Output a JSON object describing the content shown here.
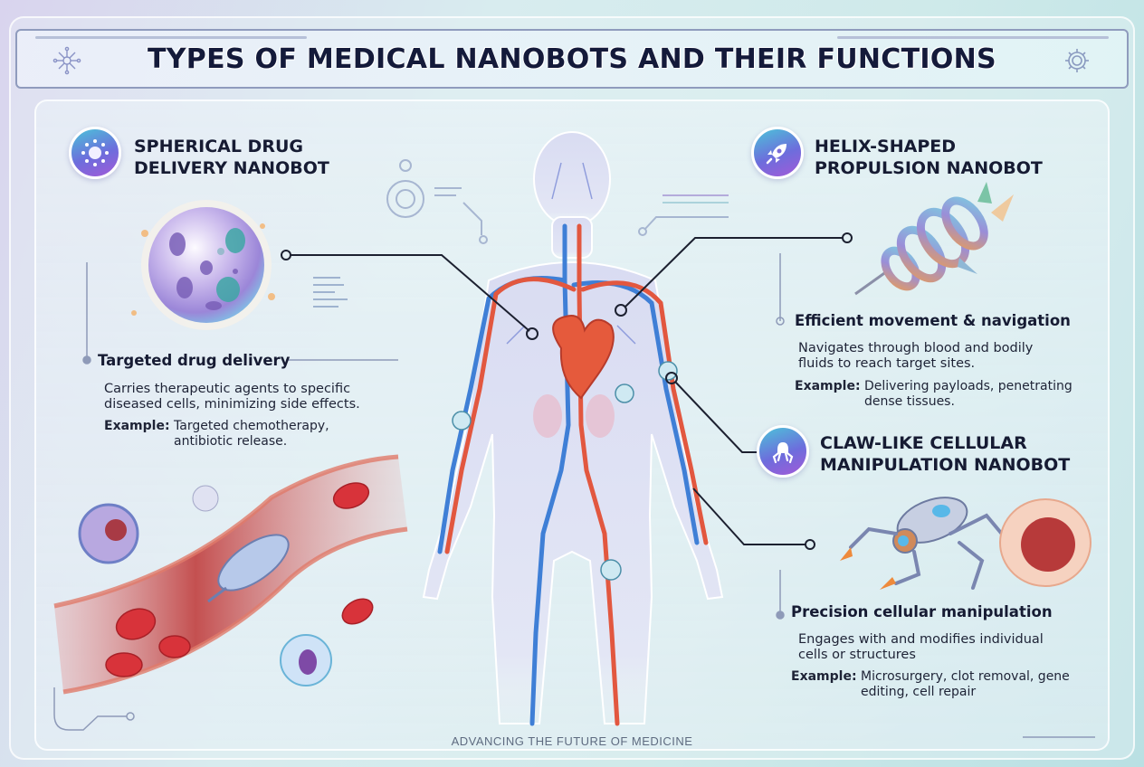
{
  "title": "TYPES OF MEDICAL NANOBOTS AND THEIR FUNCTIONS",
  "footer": "ADVANCING THE FUTURE OF MEDICINE",
  "colors": {
    "heading": "#141a3a",
    "badge_gradient": [
      "#4cc3d9",
      "#6d6ddc",
      "#a25ad8"
    ],
    "artery": "#e2573f",
    "vein": "#3f7fd6",
    "connector": "#1c2030",
    "footer_text": "#5e6b80"
  },
  "nanobots": [
    {
      "id": "spherical",
      "icon": "sphere-dots-icon",
      "heading_line1": "SPHERICAL DRUG",
      "heading_line2": "DELIVERY NANOBOT",
      "function": "Targeted drug delivery",
      "description_line1": "Carries therapeutic agents to specific",
      "description_line2": "diseased cells, minimizing side effects.",
      "example_label": "Example:",
      "example_line1": "Targeted chemotherapy,",
      "example_line2": "antibiotic release."
    },
    {
      "id": "helix",
      "icon": "rocket-icon",
      "heading_line1": "HELIX-SHAPED",
      "heading_line2": "PROPULSION NANOBOT",
      "function": "Efficient movement & navigation",
      "description_line1": "Navigates through blood and bodily",
      "description_line2": "fluids to reach target sites.",
      "example_label": "Example:",
      "example_line1": "Delivering payloads, penetrating",
      "example_line2": "dense tissues."
    },
    {
      "id": "claw",
      "icon": "claw-robot-icon",
      "heading_line1": "CLAW-LIKE CELLULAR",
      "heading_line2": "MANIPULATION NANOBOT",
      "function": "Precision cellular manipulation",
      "description_line1": "Engages with and modifies individual",
      "description_line2": "cells or structures",
      "example_label": "Example:",
      "example_line1": "Microsurgery, clot removal, gene",
      "example_line2": "editing, cell repair"
    }
  ]
}
